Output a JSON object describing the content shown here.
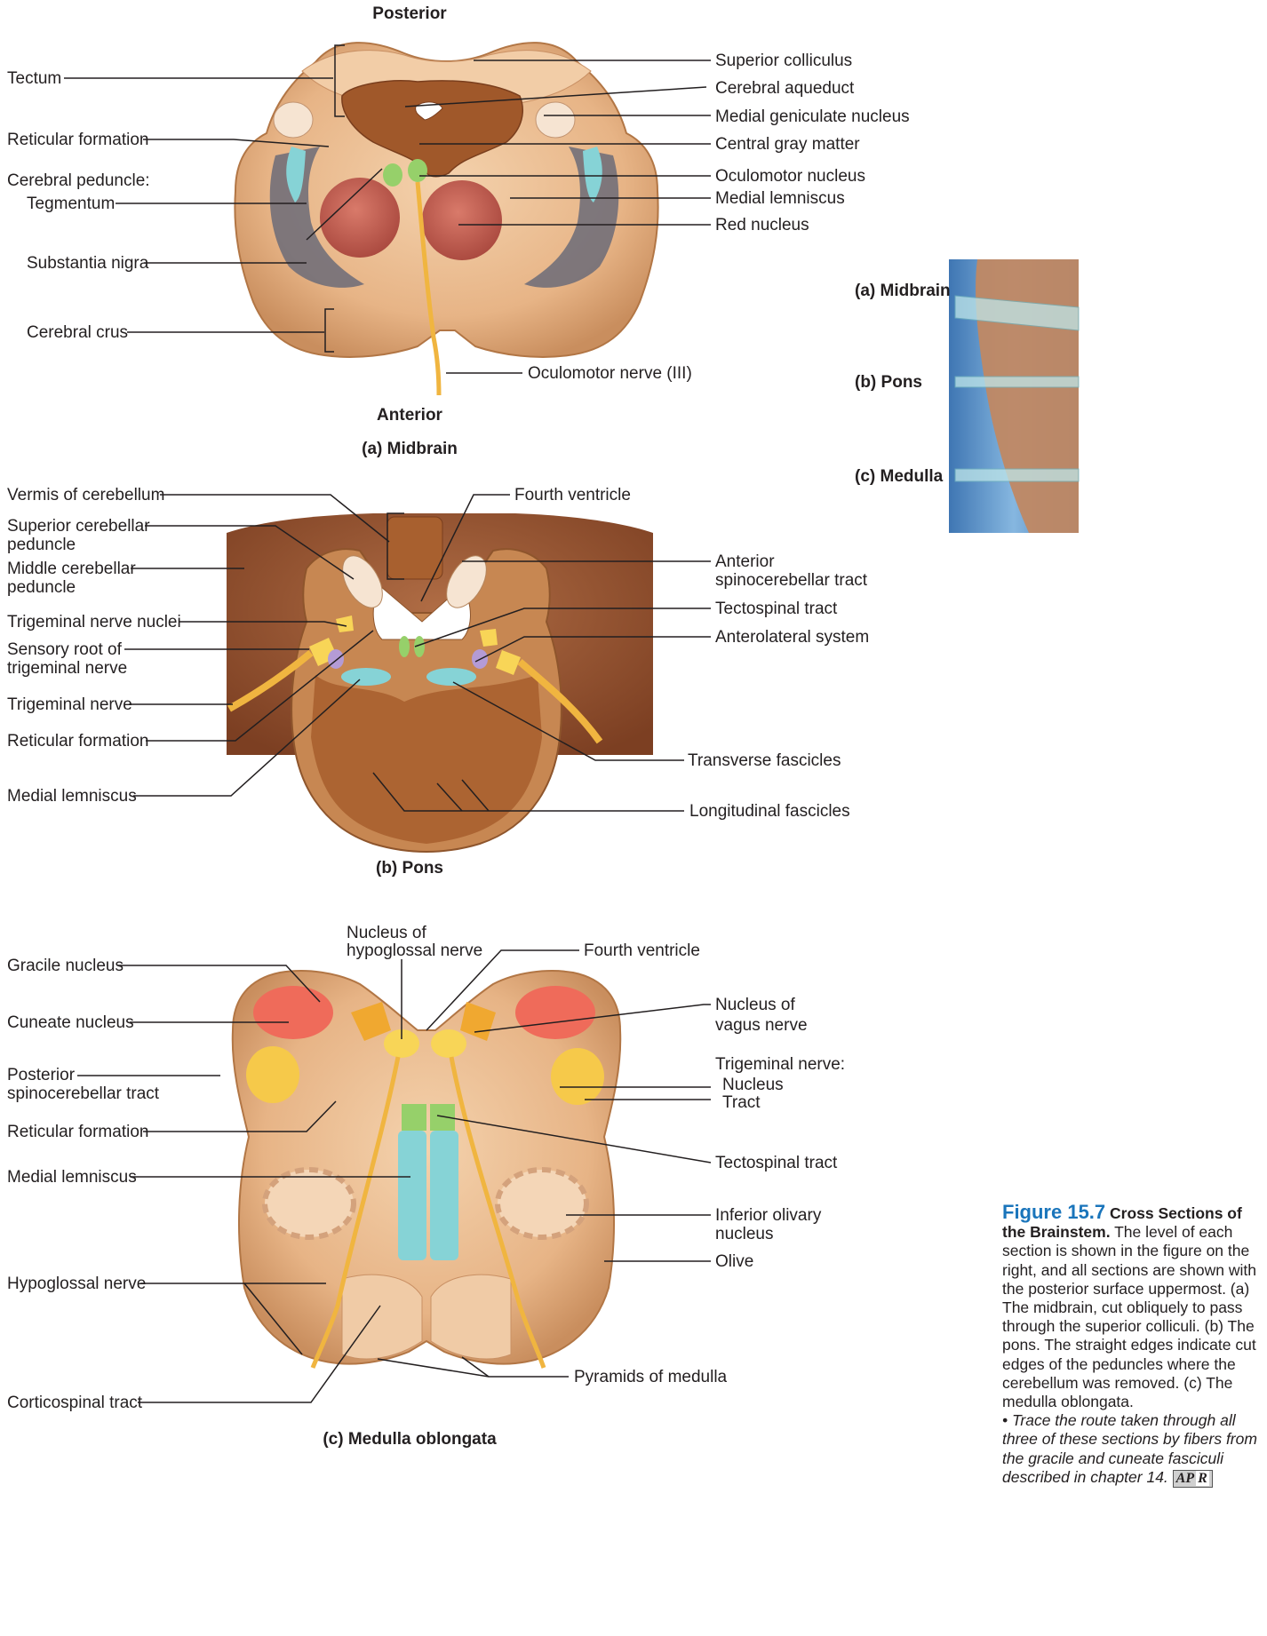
{
  "midbrain": {
    "orientation_top": "Posterior",
    "orientation_bottom": "Anterior",
    "caption": "(a) Midbrain",
    "left_labels": [
      "Tectum",
      "Reticular formation",
      "Cerebral peduncle:",
      "Tegmentum",
      "Substantia nigra",
      "Cerebral crus"
    ],
    "right_labels": [
      "Superior colliculus",
      "Cerebral aqueduct",
      "Medial geniculate nucleus",
      "Central gray matter",
      "Oculomotor nucleus",
      "Medial lemniscus",
      "Red nucleus",
      "Oculomotor nerve (III)"
    ]
  },
  "pons": {
    "caption": "(b) Pons",
    "left_labels": [
      "Vermis of cerebellum",
      "Superior cerebellar",
      "peduncle",
      "Middle cerebellar",
      "peduncle",
      "Trigeminal nerve nuclei",
      "Sensory root of",
      "trigeminal nerve",
      "Trigeminal nerve",
      "Reticular formation",
      "Medial lemniscus"
    ],
    "right_labels": [
      "Fourth ventricle",
      "Anterior",
      "spinocerebellar tract",
      "Tectospinal tract",
      "Anterolateral system",
      "Transverse fascicles",
      "Longitudinal fascicles"
    ]
  },
  "medulla": {
    "caption": "(c) Medulla oblongata",
    "left_labels": [
      "Gracile nucleus",
      "Cuneate nucleus",
      "Posterior",
      "spinocerebellar tract",
      "Reticular formation",
      "Medial lemniscus",
      "Hypoglossal nerve",
      "Corticospinal tract"
    ],
    "top_labels": [
      "Nucleus of",
      "hypoglossal nerve",
      "Fourth ventricle"
    ],
    "right_labels": [
      "Nucleus of",
      "vagus nerve",
      "Trigeminal nerve:",
      "Nucleus",
      "Tract",
      "Tectospinal tract",
      "Inferior olivary",
      "nucleus",
      "Olive",
      "Pyramids of medulla"
    ]
  },
  "inset": {
    "labels": [
      "(a) Midbrain",
      "(b) Pons",
      "(c) Medulla"
    ]
  },
  "figure_caption": {
    "number": "Figure 15.7",
    "title": "Cross Sections of the Brainstem.",
    "body": "The level of each section is shown in the figure on the right, and all sections are shown with the posterior surface uppermost. (a) The midbrain, cut obliquely to pass through the superior colliculi. (b) The pons. The straight edges indicate cut edges of the peduncles where the cerebellum was removed. (c) The medulla oblongata.",
    "question": "• Trace the route taken through all three of these sections by fibers from the gracile and cuneate fasciculi described in chapter 14.",
    "badge_left": "AP",
    "badge_right": "R"
  },
  "colors": {
    "tissue": "#e9b98a",
    "gray_matter": "#a0582a",
    "red_nucleus": "#c0574a",
    "substantia_nigra": "#6b6b78",
    "lemniscus": "#86d3d6",
    "oculomotor_nucleus": "#96d06a",
    "nerve": "#f0b540",
    "gracile": "#ef6b5a",
    "trigeminal": "#f8d557",
    "anterolateral": "#b49bd5",
    "inset_bg": "#5f94c7"
  }
}
